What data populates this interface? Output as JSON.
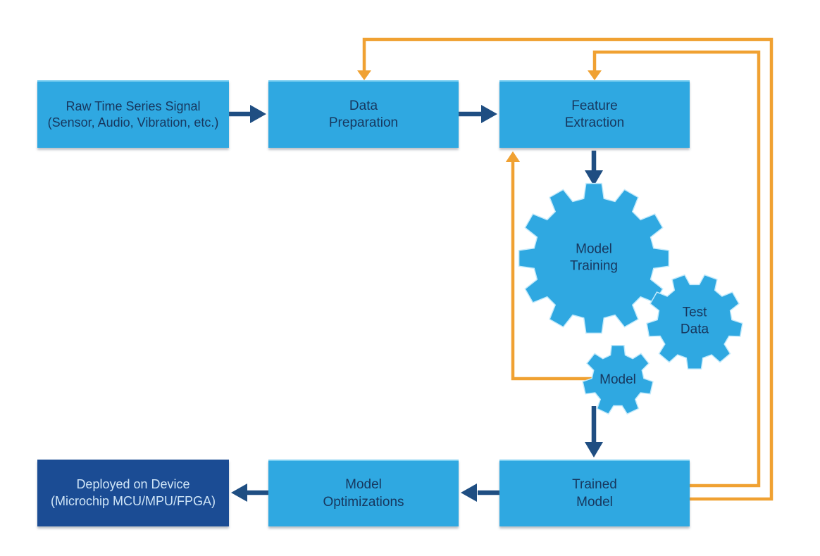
{
  "nodes": {
    "raw_signal": {
      "line1": "Raw Time Series Signal",
      "line2": "(Sensor, Audio, Vibration, etc.)"
    },
    "data_preparation": {
      "line1": "Data",
      "line2": "Preparation"
    },
    "feature_extraction": {
      "line1": "Feature",
      "line2": "Extraction"
    },
    "model_training": {
      "line1": "Model",
      "line2": "Training"
    },
    "test_data": {
      "line1": "Test",
      "line2": "Data"
    },
    "model": {
      "line1": "Model"
    },
    "trained_model": {
      "line1": "Trained",
      "line2": "Model"
    },
    "model_optimizations": {
      "line1": "Model",
      "line2": "Optimizations"
    },
    "deployed": {
      "line1": "Deployed on Device",
      "line2": "(Microchip MCU/MPU/FPGA)"
    }
  },
  "colors": {
    "box_fill": "#2FA8E1",
    "box_fill_dark": "#1B4C94",
    "text_dark": "#17375E",
    "text_light": "#CFE5F7",
    "arrow_navy": "#1F4E82",
    "arrow_orange": "#F0A132",
    "canvas_bg": "#FFFFFF"
  }
}
